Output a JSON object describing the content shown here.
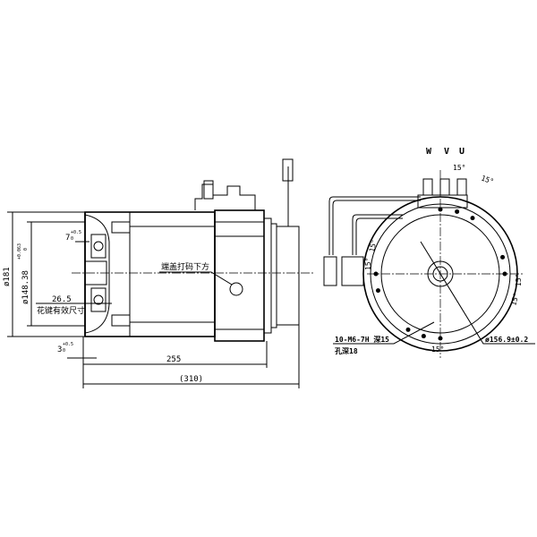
{
  "side_view": {
    "dim_outer_dia": "ø181",
    "dim_spline_dia": "ø148.38",
    "dim_spline_tol_upper": "+0.063",
    "dim_spline_tol_lower": "0",
    "dim_spigot": "7",
    "dim_spigot_tol_upper": "+0.5",
    "dim_spigot_tol_lower": "0",
    "dim_spline_length": "26.5",
    "note_spline": "花键有效尺寸",
    "dim_shoulder": "3",
    "dim_shoulder_tol_upper": "+0.5",
    "dim_shoulder_tol_lower": "0",
    "dim_body_length": "255",
    "dim_total_length": "(310)",
    "note_marking": "端盖打码下方"
  },
  "end_view": {
    "phase_labels": [
      "W",
      "V",
      "U"
    ],
    "angle_label": "15°",
    "note_thread": "10-M6-7H 深15",
    "note_hole": "孔深18",
    "dim_bolt_circle": "ø156.9±0.2"
  }
}
